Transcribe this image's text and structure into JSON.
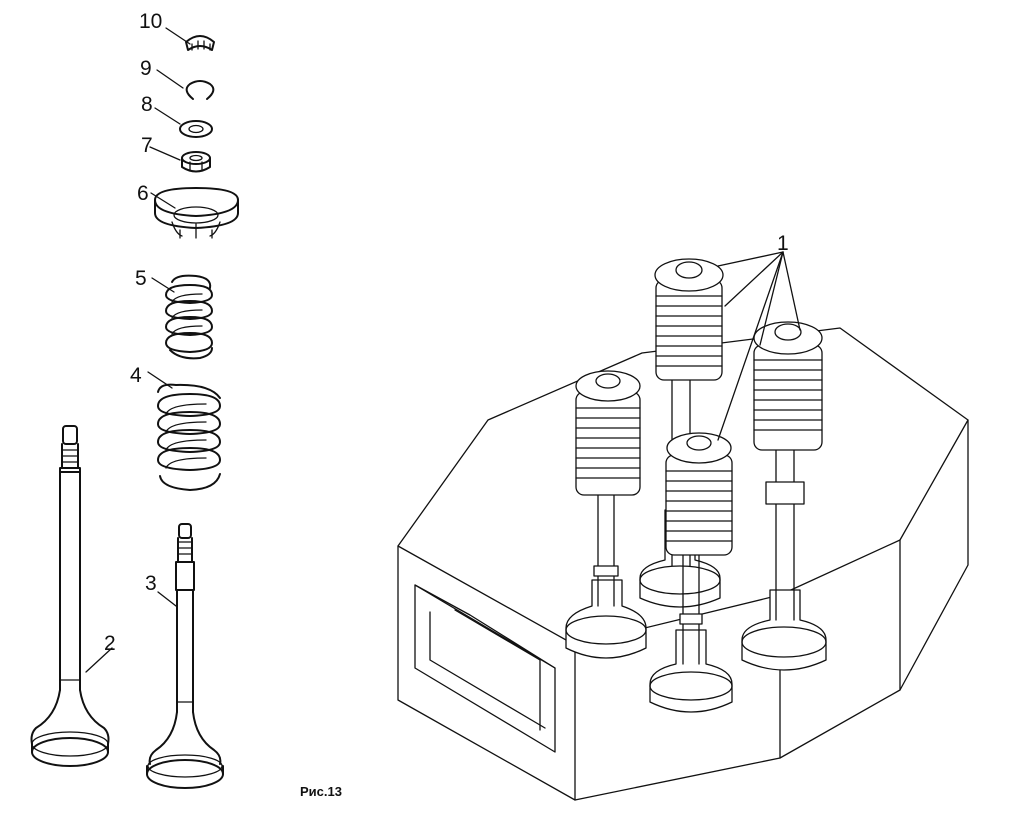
{
  "figure": {
    "caption": "Рис.13",
    "part_labels": {
      "p1": "1",
      "p2": "2",
      "p3": "3",
      "p4": "4",
      "p5": "5",
      "p6": "6",
      "p7": "7",
      "p8": "8",
      "p9": "9",
      "p10": "10"
    }
  }
}
